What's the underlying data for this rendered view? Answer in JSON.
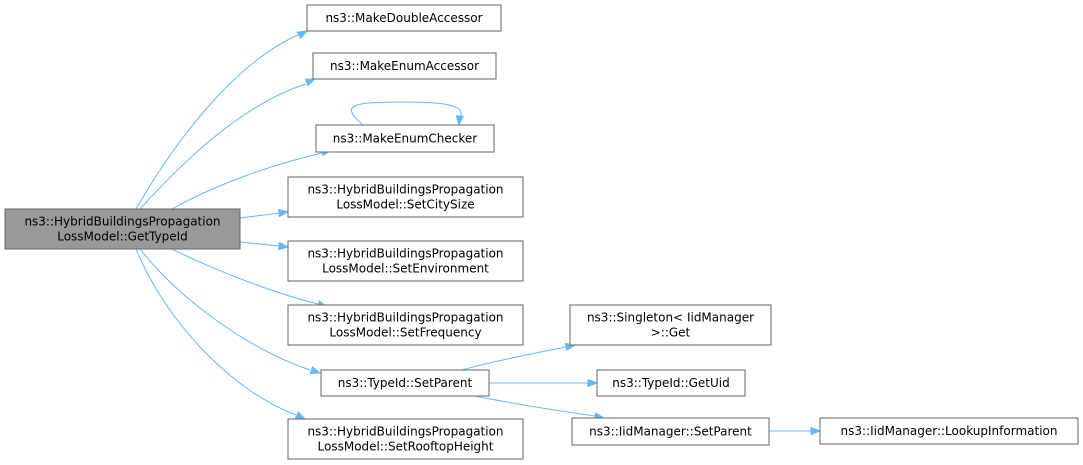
{
  "graph": {
    "nodes": [
      {
        "id": "root",
        "lines": [
          "ns3::HybridBuildingsPropagation",
          "LossModel::GetTypeId"
        ],
        "highlight": true
      },
      {
        "id": "mkdbl",
        "lines": [
          "ns3::MakeDoubleAccessor"
        ]
      },
      {
        "id": "mkenumacc",
        "lines": [
          "ns3::MakeEnumAccessor"
        ]
      },
      {
        "id": "mkenumchk",
        "lines": [
          "ns3::MakeEnumChecker"
        ]
      },
      {
        "id": "citysize",
        "lines": [
          "ns3::HybridBuildingsPropagation",
          "LossModel::SetCitySize"
        ]
      },
      {
        "id": "environ",
        "lines": [
          "ns3::HybridBuildingsPropagation",
          "LossModel::SetEnvironment"
        ]
      },
      {
        "id": "freq",
        "lines": [
          "ns3::HybridBuildingsPropagation",
          "LossModel::SetFrequency"
        ]
      },
      {
        "id": "setparent",
        "lines": [
          "ns3::TypeId::SetParent"
        ]
      },
      {
        "id": "rooftop",
        "lines": [
          "ns3::HybridBuildingsPropagation",
          "LossModel::SetRooftopHeight"
        ]
      },
      {
        "id": "singleton",
        "lines": [
          "ns3::Singleton< IidManager",
          ">::Get"
        ]
      },
      {
        "id": "getuid",
        "lines": [
          "ns3::TypeId::GetUid"
        ]
      },
      {
        "id": "iidsetpar",
        "lines": [
          "ns3::IidManager::SetParent"
        ]
      },
      {
        "id": "lookup",
        "lines": [
          "ns3::IidManager::LookupInformation"
        ]
      }
    ],
    "edges": [
      {
        "from": "root",
        "to": "mkdbl"
      },
      {
        "from": "root",
        "to": "mkenumacc"
      },
      {
        "from": "root",
        "to": "mkenumchk"
      },
      {
        "from": "mkenumchk",
        "to": "mkenumchk"
      },
      {
        "from": "root",
        "to": "citysize"
      },
      {
        "from": "root",
        "to": "environ"
      },
      {
        "from": "root",
        "to": "freq"
      },
      {
        "from": "root",
        "to": "setparent"
      },
      {
        "from": "root",
        "to": "rooftop"
      },
      {
        "from": "setparent",
        "to": "singleton"
      },
      {
        "from": "setparent",
        "to": "getuid"
      },
      {
        "from": "setparent",
        "to": "iidsetpar"
      },
      {
        "from": "iidsetpar",
        "to": "lookup"
      }
    ],
    "colors": {
      "edge": "#63b8ff",
      "border": "#666666",
      "root_fill": "#999999",
      "fill": "#ffffff"
    }
  }
}
